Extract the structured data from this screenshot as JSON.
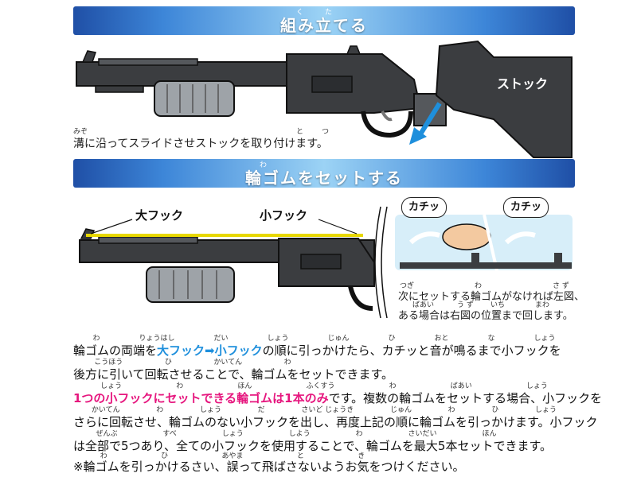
{
  "section1": {
    "title": "組み立てる",
    "title_ruby": [
      "く",
      "た"
    ],
    "stock_label": "ストック",
    "caption": "溝に沿ってスライドさせストックを取り付けます。",
    "caption_ruby": [
      "みぞ",
      "と",
      "つ"
    ]
  },
  "section2": {
    "title": "輪ゴムをセットする",
    "title_ruby": [
      "わ"
    ],
    "big_hook_label": "大フック",
    "small_hook_label": "小フック",
    "click_label_1": "カチッ",
    "click_label_2": "カチッ",
    "panel_caption_line1": "次にセットする輪ゴムがなければ左図、",
    "panel_caption_line2": "ある場合は右図の位置まで回します。",
    "panel_ruby_line1": [
      "つぎ",
      "わ",
      "さ ず"
    ],
    "panel_ruby_line2": [
      "ばあい",
      "う ず",
      "いち",
      "まわ"
    ]
  },
  "instructions": {
    "l1_a": "輪ゴムの両端を",
    "l1_big": "大フック",
    "l1_arrow": "➡",
    "l1_small": "小フック",
    "l1_b": "の順に引っかけたら、カチッと音が鳴るまで小フックを",
    "l2": "後方に引いて回転させることで、輪ゴムをセットできます。",
    "l3_pink": "1つの小フックにセットできる輪ゴムは1本のみ",
    "l3_b": "です。複数の輪ゴムをセットする場合、小フックを",
    "l4": "さらに回転させ、輪ゴムのない小フックを出し、再度上記の順に輪ゴムを引っかけます。小フック",
    "l5": "は全部で5つあり、全ての小フックを使用することで、輪ゴムを最大5本セットできます。",
    "l6": "※輪ゴムを引っかけるさい、誤って飛ばさないようお気をつけください。",
    "ruby": {
      "l1": [
        "わ",
        "りょうはし",
        "だい",
        "しょう",
        "じゅん",
        "ひ",
        "おと",
        "な",
        "しょう"
      ],
      "l2": [
        "こうほう",
        "ひ",
        "かいてん",
        "わ"
      ],
      "l3": [
        "しょう",
        "わ",
        "ほん",
        "ふくすう",
        "わ",
        "ばあい",
        "しょう"
      ],
      "l4": [
        "かいてん",
        "わ",
        "しょう",
        "だ",
        "さいど じょうき",
        "じゅん",
        "わ",
        "ひ",
        "しょう"
      ],
      "l5": [
        "ぜんぶ",
        "すべ",
        "しょう",
        "しよう",
        "わ",
        "さいだい",
        "ほん"
      ],
      "l6": [
        "わ",
        "ひ",
        "あやま",
        "と",
        "き"
      ]
    }
  },
  "colors": {
    "banner_dark": "#1f4fa6",
    "banner_light": "#9cd3f5",
    "gun_body": "#3b3d40",
    "blue_text": "#1e8fdc",
    "pink_text": "#e6167e",
    "rubber_band": "#e8d800",
    "panel_bg": "#d7eef9"
  }
}
